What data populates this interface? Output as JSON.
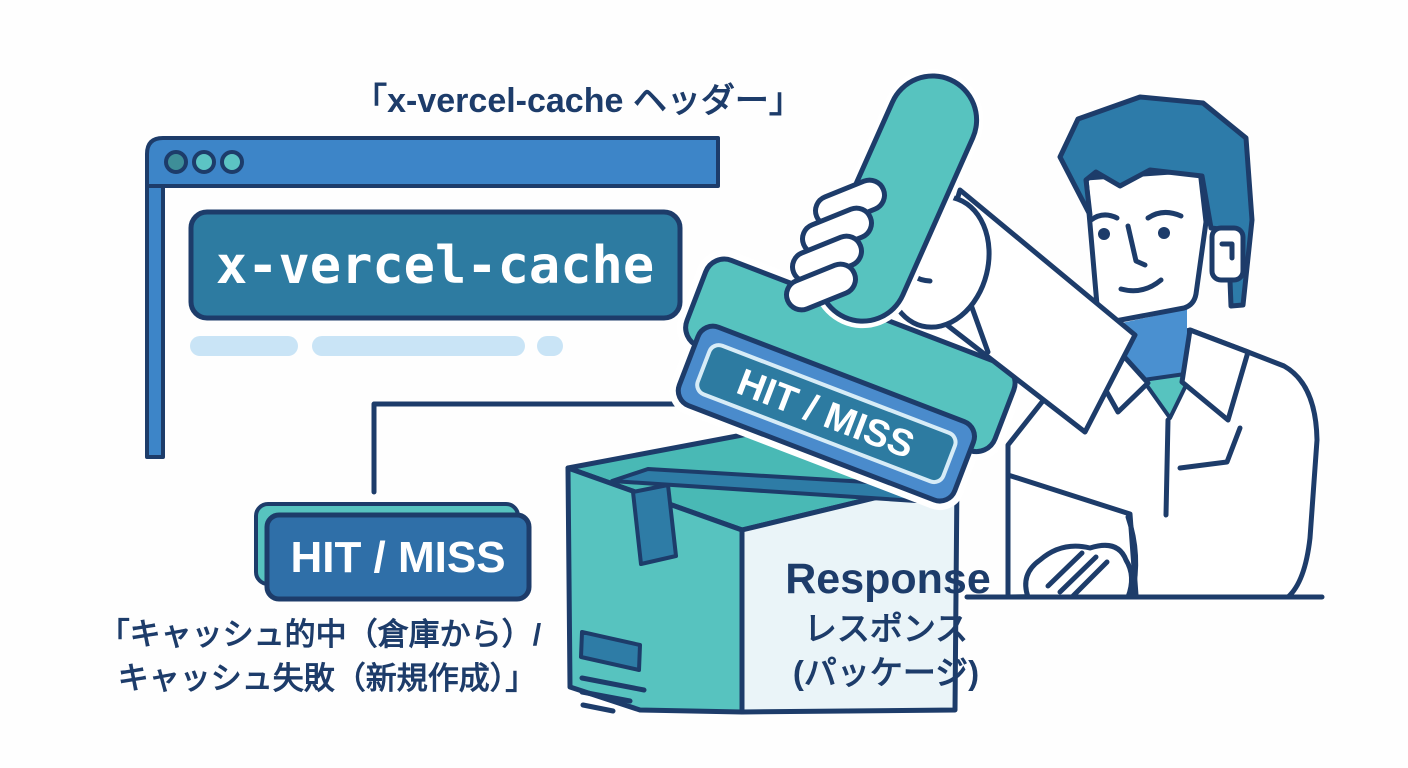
{
  "title_label": "「x-vercel-cache ヘッダー」",
  "browser": {
    "header_pill": "x-vercel-cache"
  },
  "stamp": {
    "label": "HIT / MISS"
  },
  "badge": {
    "label": "HIT / MISS"
  },
  "caption": {
    "line1": "「キャッシュ的中（倉庫から）/",
    "line2": "キャッシュ失敗（新規作成）」"
  },
  "package": {
    "title": "Response",
    "subtitle": "レスポンス",
    "note": "(パッケージ)"
  },
  "colors": {
    "navy": "#1d3c6a",
    "blue": "#3d85c8",
    "teal": "#57c3bf",
    "teal_dark": "#49b9b5",
    "teal_blue": "#2d7ba1",
    "pale": "#eaf4f8",
    "skeleton": "#c9e4f6",
    "plate_blue": "#4a8bcc",
    "plate_inner_border": "#d7ecf7",
    "badge_blue": "#2f6fa8",
    "hair_blue": "#2d7ba9",
    "tape_blue": "#2e7ca6",
    "shade_blue": "#4a90d0",
    "dot_teal": "#5cc4c4",
    "dot_teal_dark": "#3e8e98"
  }
}
